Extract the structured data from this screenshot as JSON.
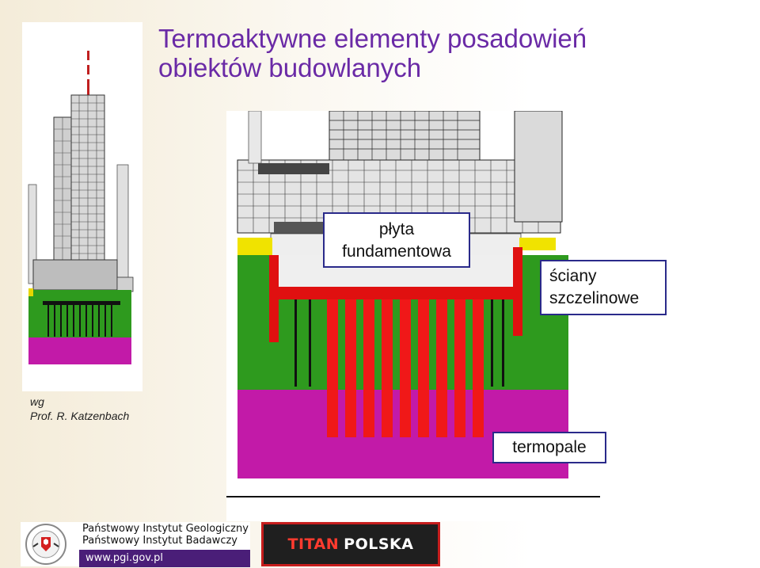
{
  "title": {
    "line1": "Termoaktywne elementy posadowień",
    "line2": "obiektów budowlanych"
  },
  "callouts": {
    "plyta_line1": "płyta",
    "plyta_line2": "fundamentowa",
    "sciany_line1": "ściany",
    "sciany_line2": "szczelinowe",
    "termopale": "termopale"
  },
  "credit": {
    "line1": "wg",
    "line2": "Prof. R. Katzenbach"
  },
  "footer": {
    "institute_line1": "Państwowy Instytut Geologiczny",
    "institute_line2": "Państwowy Instytut Badawczy",
    "url": "www.pgi.gov.pl",
    "logo_brand_part1": "TITAN",
    "logo_brand_part2": "POLSKA"
  },
  "colors": {
    "title": "#6a2aa6",
    "soil_green": "#2e9a1e",
    "soil_magenta": "#c21aa8",
    "pile_red": "#ee1111",
    "callout_border": "#2a2a8a"
  }
}
